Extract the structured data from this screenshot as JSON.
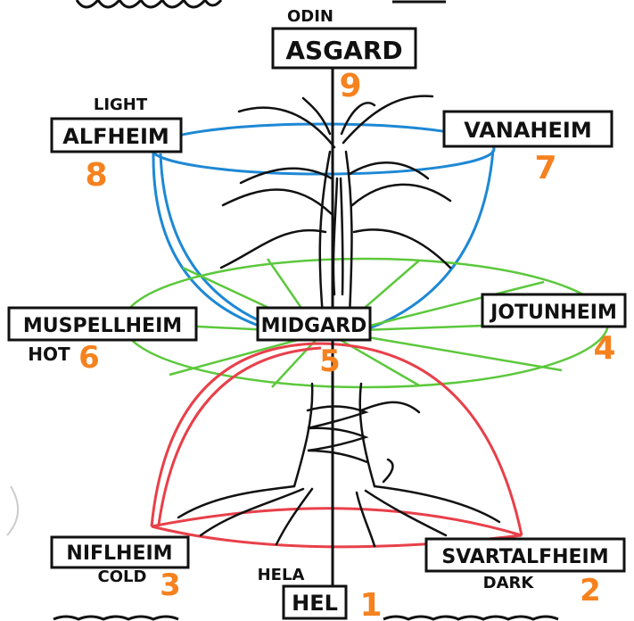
{
  "colors": {
    "upper_bowl": "#1e88d4",
    "middle_disc": "#5cc83c",
    "lower_dome": "#e8404a",
    "numbers": "#f5821f",
    "ink": "#111111"
  },
  "worlds": {
    "asgard": {
      "name": "ASGARD",
      "number": "9",
      "note": "ODIN"
    },
    "alfheim": {
      "name": "ALFHEIM",
      "number": "8",
      "note": "LIGHT"
    },
    "vanaheim": {
      "name": "VANAHEIM",
      "number": "7"
    },
    "muspellheim": {
      "name": "MUSPELLHEIM",
      "number": "6",
      "note": "HOT"
    },
    "midgard": {
      "name": "MIDGARD",
      "number": "5"
    },
    "jotunheim": {
      "name": "JOTUNHEIM",
      "number": "4"
    },
    "niflheim": {
      "name": "NIFLHEIM",
      "number": "3",
      "note": "COLD"
    },
    "svartalfheim": {
      "name": "SVARTALFHEIM",
      "number": "2",
      "note": "DARK"
    },
    "hel": {
      "name": "HEL",
      "number": "1",
      "note": "HELA"
    }
  }
}
